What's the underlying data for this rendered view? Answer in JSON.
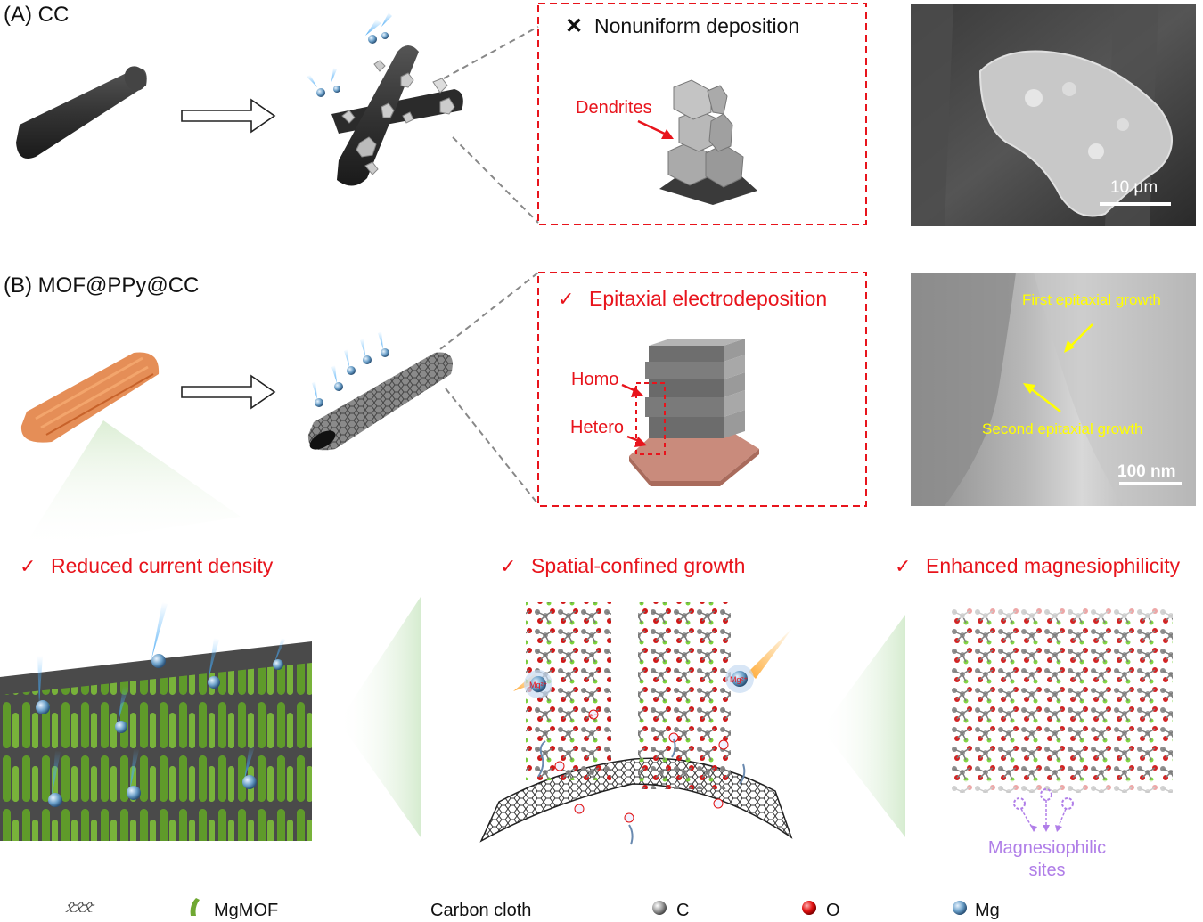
{
  "panel_a": {
    "label": "(A) CC",
    "callout_title": "Nonuniform deposition",
    "callout_mark": "✕",
    "dendrites_label": "Dendrites",
    "scale_bar": "10 μm"
  },
  "panel_b": {
    "label": "(B) MOF@PPy@CC",
    "callout_title": "Epitaxial electrodeposition",
    "callout_mark": "✓",
    "homo_label": "Homo",
    "hetero_label": "Hetero",
    "first_growth": "First epitaxial growth",
    "second_growth": "Second epitaxial growth",
    "scale_bar": "100 nm"
  },
  "features": [
    {
      "mark": "✓",
      "text": "Reduced current density"
    },
    {
      "mark": "✓",
      "text": "Spatial-confined growth"
    },
    {
      "mark": "✓",
      "text": "Enhanced magnesiophilicity"
    }
  ],
  "mg_ion_label": "Mg²⁺",
  "electron_label": "e⁻",
  "sites_label": [
    "Magnesiophilic",
    "sites"
  ],
  "legend": [
    {
      "label": "MgMOF"
    },
    {
      "label": "Carbon cloth"
    },
    {
      "label": "C"
    },
    {
      "label": "O"
    },
    {
      "label": "Mg"
    }
  ],
  "colors": {
    "accent_red": "#e8141c",
    "yellow_annotation": "#ffff00",
    "sites_purple": "#b07ee8",
    "mof_green": "#6fa832",
    "fiber_orange": "#e07a3a"
  }
}
